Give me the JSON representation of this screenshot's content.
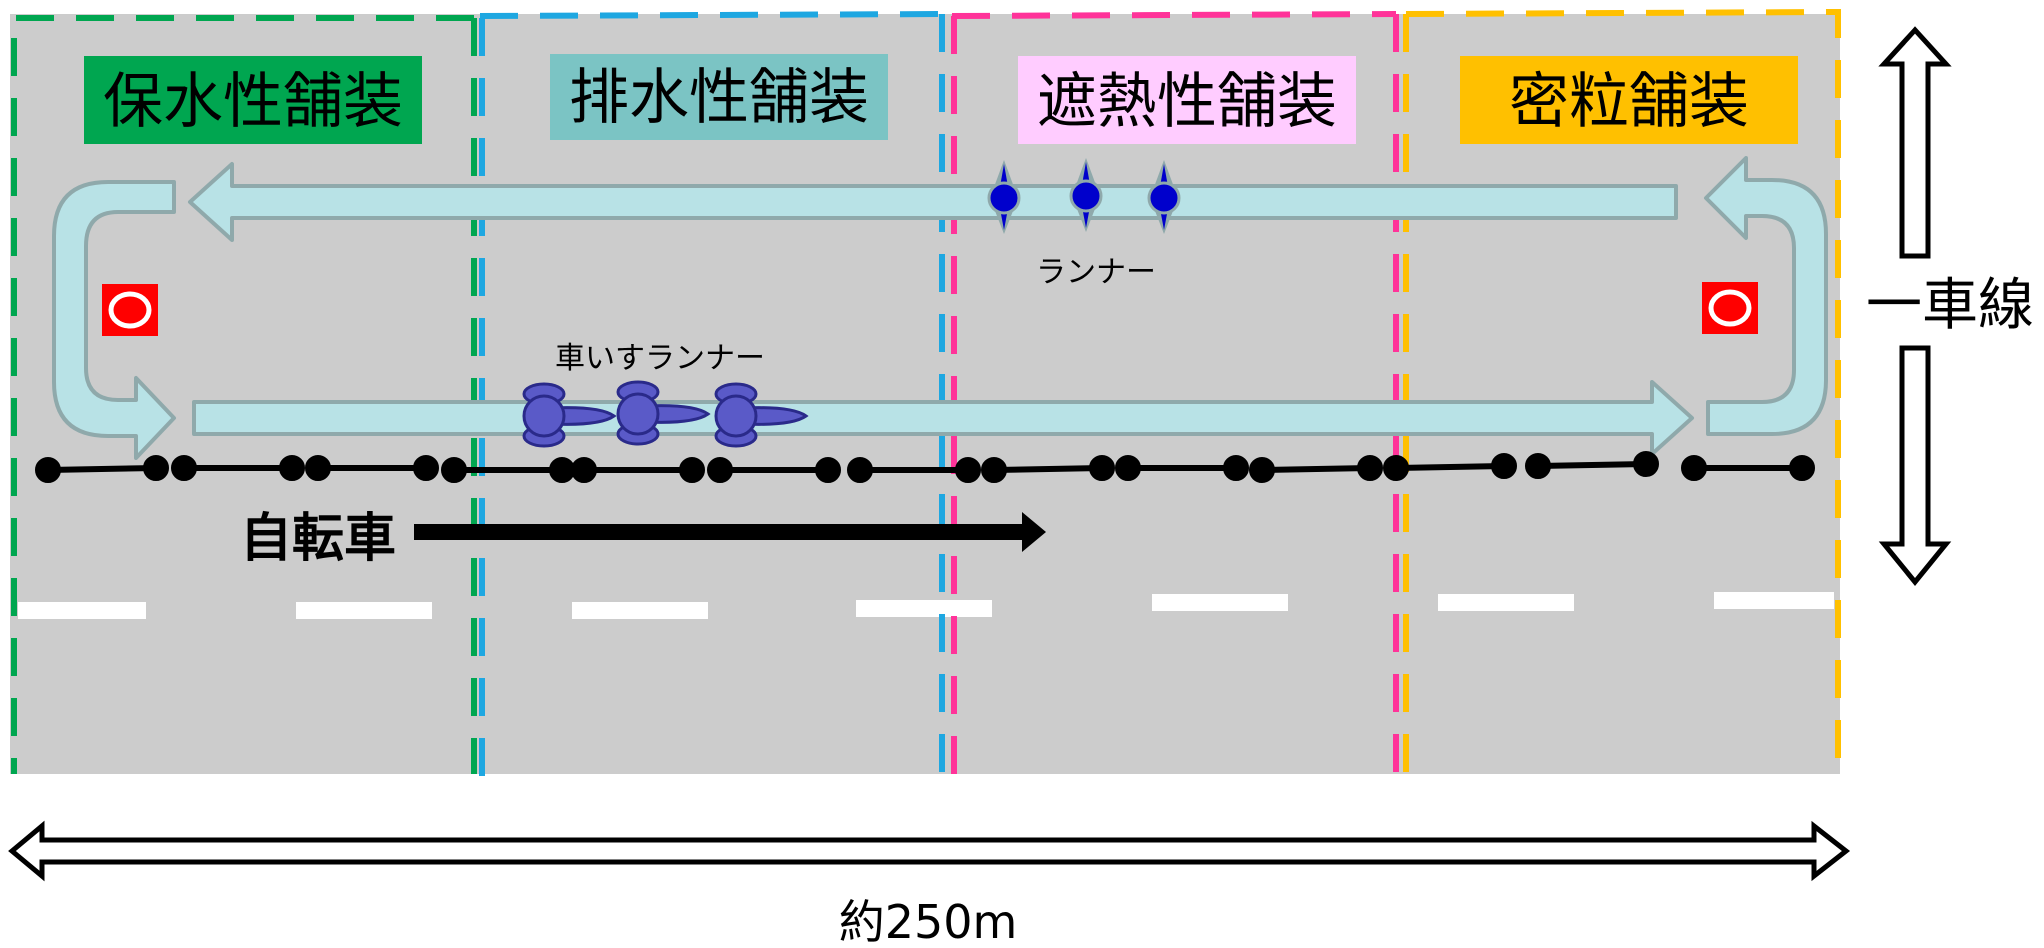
{
  "sections": [
    {
      "label": "保水性舗装",
      "label_bg": "#00a650",
      "label_fg": "#000000",
      "border": "#00a650"
    },
    {
      "label": "排水性舗装",
      "label_bg": "#7bc4c4",
      "label_fg": "#000000",
      "border": "#1ea7e1"
    },
    {
      "label": "遮熱性舗装",
      "label_bg": "#ffccff",
      "label_fg": "#000000",
      "border": "#ff3399"
    },
    {
      "label": "密粒舗装",
      "label_bg": "#ffc000",
      "label_fg": "#000000",
      "border": "#ffc000"
    }
  ],
  "labels": {
    "runner": "ランナー",
    "wheelchair_runner": "車いすランナー",
    "bicycle": "自転車",
    "lane": "一車線",
    "distance": "約250m"
  },
  "colors": {
    "road": "#cccccc",
    "flow_arrow_fill": "#b8e2e6",
    "flow_arrow_stroke": "#8fa9ab",
    "turn_marker": "#ff0000",
    "runner_dot": "#0000cc",
    "wheelchair": "#5a5ac8",
    "lane_marking": "#ffffff",
    "barrier": "#000000"
  }
}
